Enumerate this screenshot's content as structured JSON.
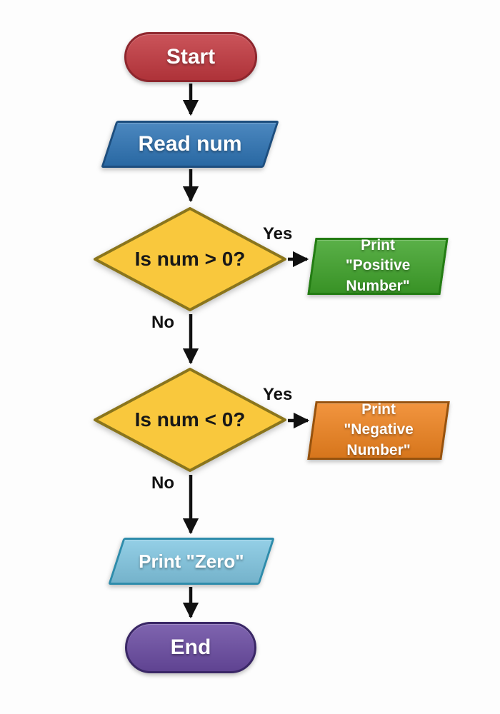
{
  "flowchart": {
    "nodes": {
      "start": {
        "label": "Start",
        "fill": "#c2383f",
        "border": "#8e262d",
        "text_color": "#ffffff"
      },
      "read_num": {
        "label": "Read num",
        "fill": "#2e74b5",
        "border": "#1d4e7e",
        "text_color": "#ffffff"
      },
      "decision_positive": {
        "label": "Is num > 0?",
        "fill": "#f9c83d",
        "border": "#8a751c",
        "text_color": "#181818"
      },
      "print_positive": {
        "line1": "Print",
        "line2": "\"Positive Number\"",
        "fill": "#3fa32a",
        "border": "#237c13",
        "text_color": "#ffffff"
      },
      "decision_negative": {
        "label": "Is num < 0?",
        "fill": "#f9c83d",
        "border": "#8a751c",
        "text_color": "#181818"
      },
      "print_negative": {
        "line1": "Print",
        "line2": "\"Negative Number\"",
        "fill": "#ef831f",
        "border": "#96520e",
        "text_color": "#ffffff"
      },
      "print_zero": {
        "label": "Print \"Zero\"",
        "fill": "#82c7e2",
        "border": "#2e8cab",
        "text_color": "#ffffff"
      },
      "end": {
        "label": "End",
        "fill": "#6a4ba2",
        "border": "#3a2766",
        "text_color": "#ffffff"
      }
    },
    "edge_labels": {
      "yes_top": "Yes",
      "no_top": "No",
      "yes_bottom": "Yes",
      "no_bottom": "No"
    },
    "arrow_color": "#111111"
  }
}
